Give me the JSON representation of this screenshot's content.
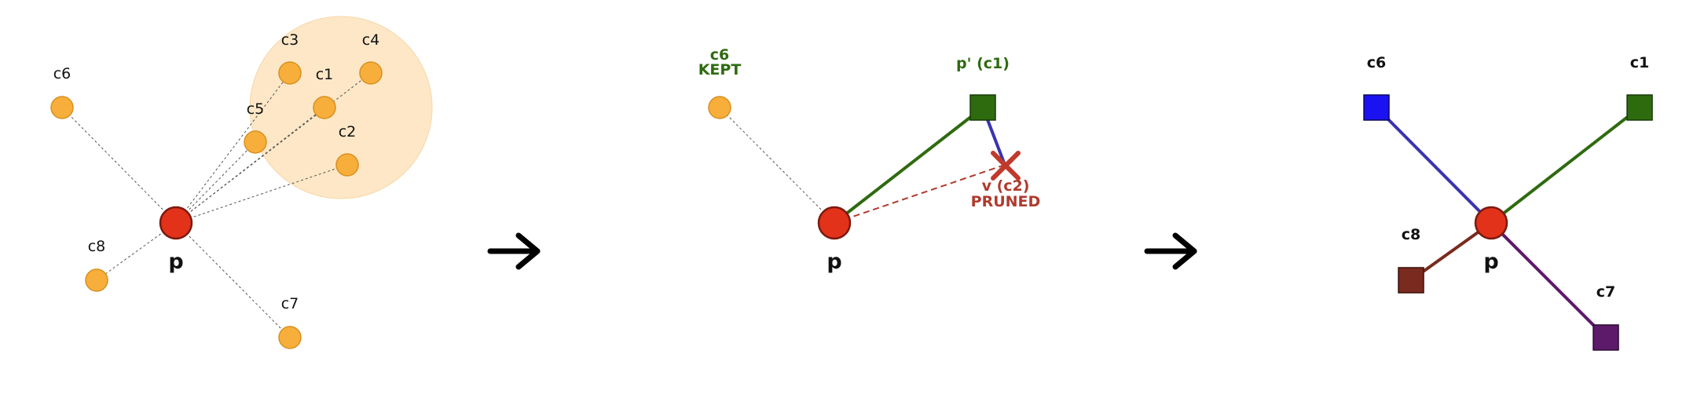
{
  "colors": {
    "candidate": "#f7ae3b",
    "candidate_stroke": "#d89020",
    "center": "#e3321a",
    "center_stroke": "#7a1a10",
    "cluster_fill": "#fde7c6",
    "edge_dashed": "#555555",
    "kept": "#2e6b0f",
    "kept_text": "#2e6b0f",
    "pruned": "#c0392b",
    "pruned_text": "#b03a2e",
    "blue_edge": "#3a34b0",
    "c6_square": "#1a12f0",
    "c1_square": "#2e6b0f",
    "c8_square": "#7a2a1e",
    "c7_square": "#5e1a6a",
    "arrow": "#000000"
  },
  "panel1": {
    "center_label": "p",
    "nodes": [
      {
        "id": "c1",
        "label": "c1"
      },
      {
        "id": "c2",
        "label": "c2"
      },
      {
        "id": "c3",
        "label": "c3"
      },
      {
        "id": "c4",
        "label": "c4"
      },
      {
        "id": "c5",
        "label": "c5"
      },
      {
        "id": "c6",
        "label": "c6"
      },
      {
        "id": "c7",
        "label": "c7"
      },
      {
        "id": "c8",
        "label": "c8"
      }
    ]
  },
  "panel2": {
    "center_label": "p",
    "c6_label": "c6",
    "c6_status": "KEPT",
    "pprime_label": "p' (c1)",
    "v_label": "v (c2)",
    "v_status": "PRUNED"
  },
  "panel3": {
    "center_label": "p",
    "nodes": [
      {
        "id": "c6",
        "label": "c6"
      },
      {
        "id": "c1",
        "label": "c1"
      },
      {
        "id": "c8",
        "label": "c8"
      },
      {
        "id": "c7",
        "label": "c7"
      }
    ]
  }
}
